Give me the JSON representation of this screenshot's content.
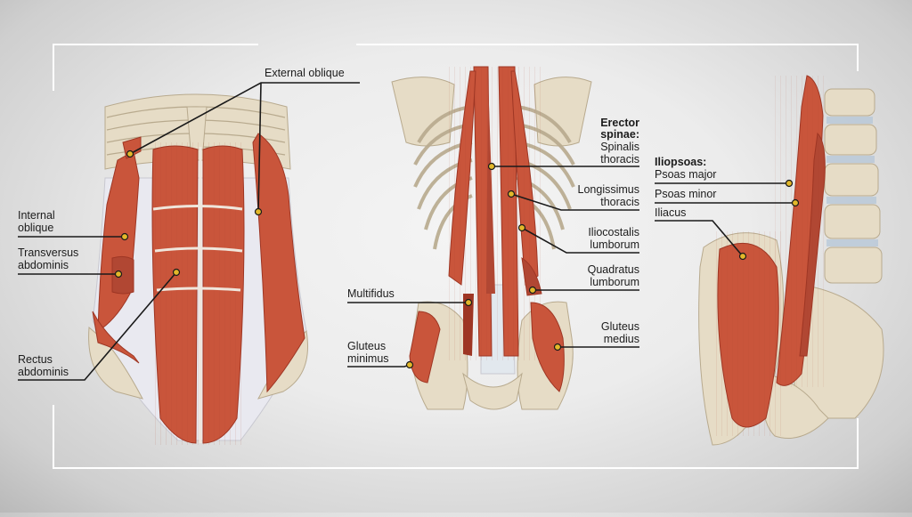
{
  "labels": {
    "external_oblique": "External oblique",
    "internal_oblique_1": "Internal",
    "internal_oblique_2": "oblique",
    "transversus_1": "Transversus",
    "transversus_2": "abdominis",
    "rectus_1": "Rectus",
    "rectus_2": "abdominis",
    "erector_1": "Erector",
    "erector_2": "spinae:",
    "spinalis_1": "Spinalis",
    "spinalis_2": "thoracis",
    "longissimus_1": "Longissimus",
    "longissimus_2": "thoracis",
    "iliocostalis_1": "Iliocostalis",
    "iliocostalis_2": "lumborum",
    "quadratus_1": "Quadratus",
    "quadratus_2": "lumborum",
    "multifidus": "Multifidus",
    "gluteus_minimus_1": "Gluteus",
    "gluteus_minimus_2": "minimus",
    "gluteus_medius_1": "Gluteus",
    "gluteus_medius_2": "medius",
    "iliopsoas": "Iliopsoas:",
    "psoas_major": "Psoas major",
    "psoas_minor": "Psoas minor",
    "iliacus": "Iliacus"
  },
  "colors": {
    "muscle": "#c9553b",
    "muscle_dark": "#9e3624",
    "bone": "#e6dcc6",
    "tendon": "#e9e9f0",
    "leader": "#1a1a1a",
    "marker": "#e3b82a",
    "frame": "#ffffff"
  }
}
